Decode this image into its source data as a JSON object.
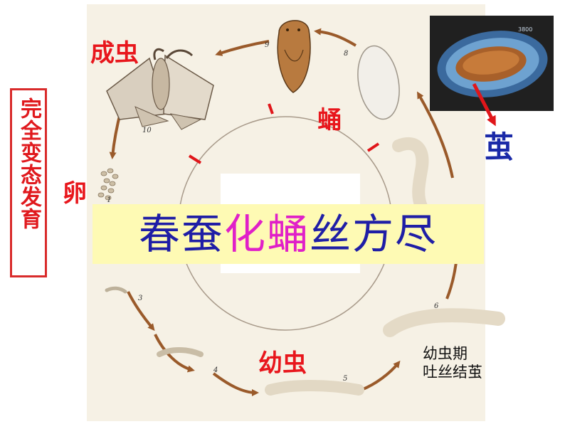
{
  "labels": {
    "adult": "成虫",
    "pupa": "蛹",
    "cocoon": "茧",
    "egg": "卵",
    "larva": "幼虫"
  },
  "vertical_title": "完全变态发育",
  "poem": {
    "part1": "春蚕",
    "part2": "化蛹",
    "part3": "丝方尽"
  },
  "note": {
    "line1": "幼虫期",
    "line2": "吐丝结茧"
  },
  "stage_numbers": [
    "1",
    "3",
    "4",
    "5",
    "6",
    "8",
    "9",
    "10"
  ],
  "colors": {
    "label_red": "#e8161c",
    "label_blue": "#1b2aa8",
    "poem_blue": "#1f1ea6",
    "poem_pink": "#e020c8",
    "banner_bg": "#fefab4",
    "arrow": "#9a5a2a"
  }
}
